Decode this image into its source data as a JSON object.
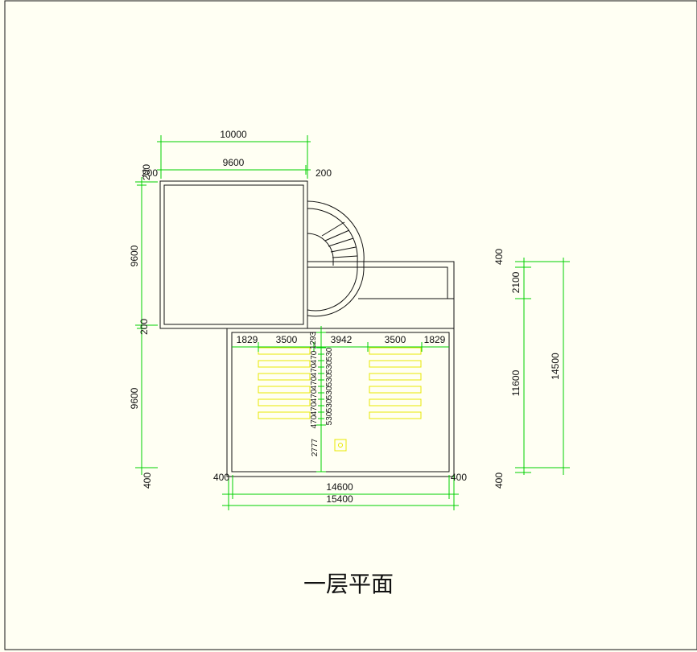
{
  "drawing": {
    "title": "一层平面",
    "colors": {
      "background": "#fffff3",
      "walls": "#111111",
      "dimensions": "#00d000",
      "parking": "#e8e800"
    },
    "top_dimensions": {
      "overall": "10000",
      "inner": "9600",
      "left_wall_a": "200",
      "left_wall_b": "200",
      "right_wall": "200"
    },
    "left_dimensions": {
      "upper_height": "9600",
      "middle_wall": "200",
      "lower_height": "9600",
      "bottom_wall": "400"
    },
    "right_dimensions": {
      "top_wall": "400",
      "corridor": "2100",
      "main_span": "11600",
      "overall": "14500",
      "bottom_wall": "400"
    },
    "bottom_dimensions": {
      "left_wall": "400",
      "inner": "14600",
      "overall": "15400",
      "right_wall": "400"
    },
    "parking_dimensions": {
      "left_margin": "1829",
      "left_stall_depth": "3500",
      "aisle": "3942",
      "right_stall_depth": "3500",
      "right_margin": "1829",
      "top_offset": "1293",
      "bottom_offset": "2777",
      "stall_width_a": "470",
      "stall_width_b": "530",
      "stall_gap_labels": [
        "470",
        "470",
        "470",
        "470",
        "470",
        "470"
      ],
      "stall_pitch_labels": [
        "530",
        "530",
        "530",
        "530",
        "530",
        "530"
      ]
    }
  }
}
